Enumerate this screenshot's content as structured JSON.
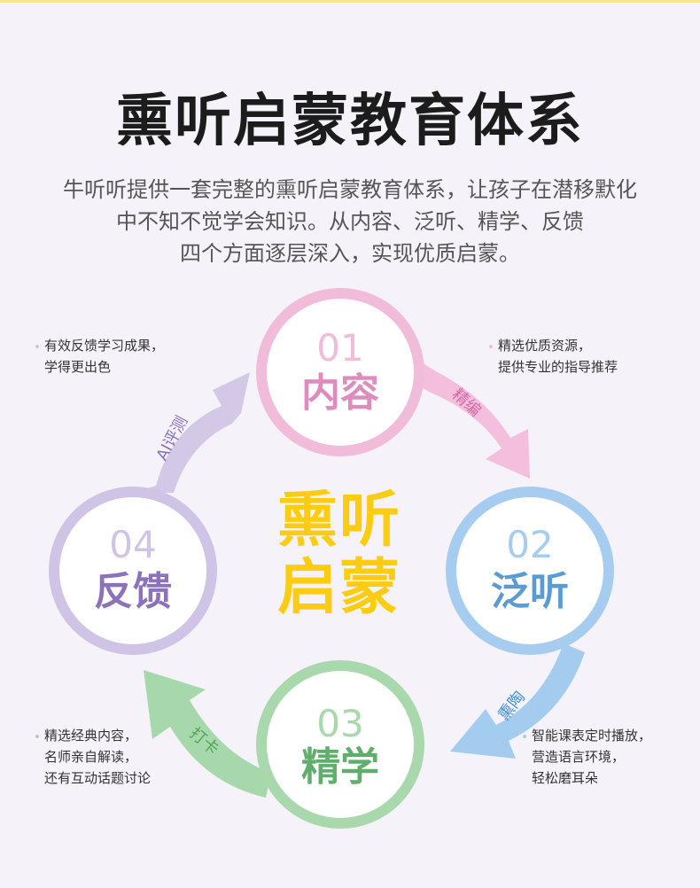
{
  "header": {
    "title": "熏听启蒙教育体系",
    "intro_lines": [
      "牛听听提供一套完整的熏听启蒙教育体系，让孩子在潜移默化",
      "中不知不觉学会知识。从内容、泛听、精学、反馈",
      "四个方面逐层深入，实现优质启蒙。"
    ]
  },
  "center": {
    "line1": "熏听",
    "line2": "启蒙"
  },
  "steps": [
    {
      "number": "01",
      "label": "内容",
      "color": "#dc8cbd",
      "ring_color": "#f1bcd9"
    },
    {
      "number": "02",
      "label": "泛听",
      "color": "#5b9bd2",
      "ring_color": "#a6cdef"
    },
    {
      "number": "03",
      "label": "精学",
      "color": "#5fae6c",
      "ring_color": "#a9d8ad"
    },
    {
      "number": "04",
      "label": "反馈",
      "color": "#8b72b9",
      "ring_color": "#cfc3e6"
    }
  ],
  "arrows": [
    {
      "label": "精编",
      "color": "#f4bfdc",
      "text_color": "#d56aa8"
    },
    {
      "label": "熏陶",
      "color": "#a4ccef",
      "text_color": "#3f8dd1"
    },
    {
      "label": "打卡",
      "color": "#a7d8ab",
      "text_color": "#4ea65c"
    },
    {
      "label": "AI评测",
      "color": "#d3c8e6",
      "text_color": "#8a72b8"
    }
  ],
  "notes": {
    "top_left": [
      "有效反馈学习成果，",
      "学得更出色"
    ],
    "top_right": [
      "精选优质资源，",
      "提供专业的指导推荐"
    ],
    "bottom_left": [
      "精选经典内容，",
      "名师亲自解读，",
      "还有互动话题讨论"
    ],
    "bottom_right": [
      "智能课表定时播放，",
      "营造语言环境，",
      "轻松磨耳朵"
    ]
  }
}
